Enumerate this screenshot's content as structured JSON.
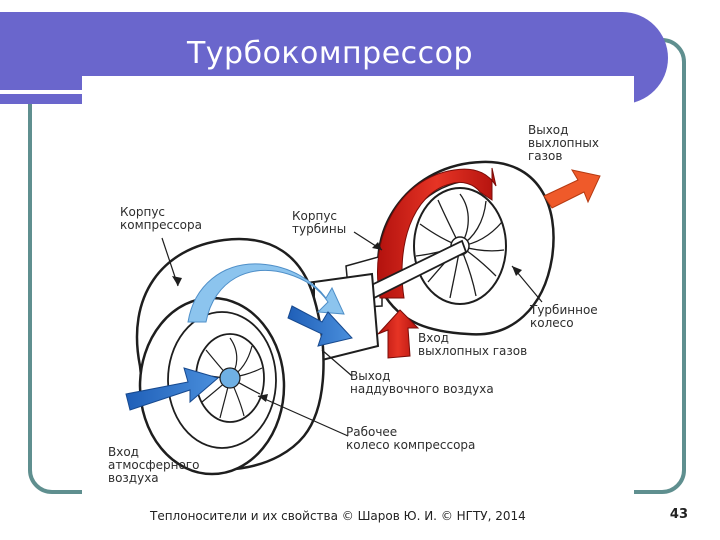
{
  "slide": {
    "title": "Турбокомпрессор",
    "footer": "Теплоносители и их свойства © Шаров Ю. И. © НГТУ, 2014",
    "page_number": "43"
  },
  "diagram": {
    "labels": {
      "exhaust_outlet": "Выход\nвыхлопных\nгазов",
      "compressor_housing": "Корпус\nкомпрессора",
      "turbine_housing": "Корпус\nтурбины",
      "turbine_wheel": "Турбинное\nколесо",
      "exhaust_inlet": "Вход\nвыхлопных газов",
      "boost_air_outlet": "Выход\nнаддувочного воздуха",
      "compressor_wheel": "Рабочее\nколесо компрессора",
      "atmospheric_air_inlet": "Вход\nатмосферного\nвоздуха"
    },
    "colors": {
      "exhaust_flow": "#d42a1e",
      "exhaust_outlet_arrow": "#ef5a2a",
      "air_flow": "#2f6fc4",
      "air_flow_light": "#7fb8e8"
    }
  }
}
